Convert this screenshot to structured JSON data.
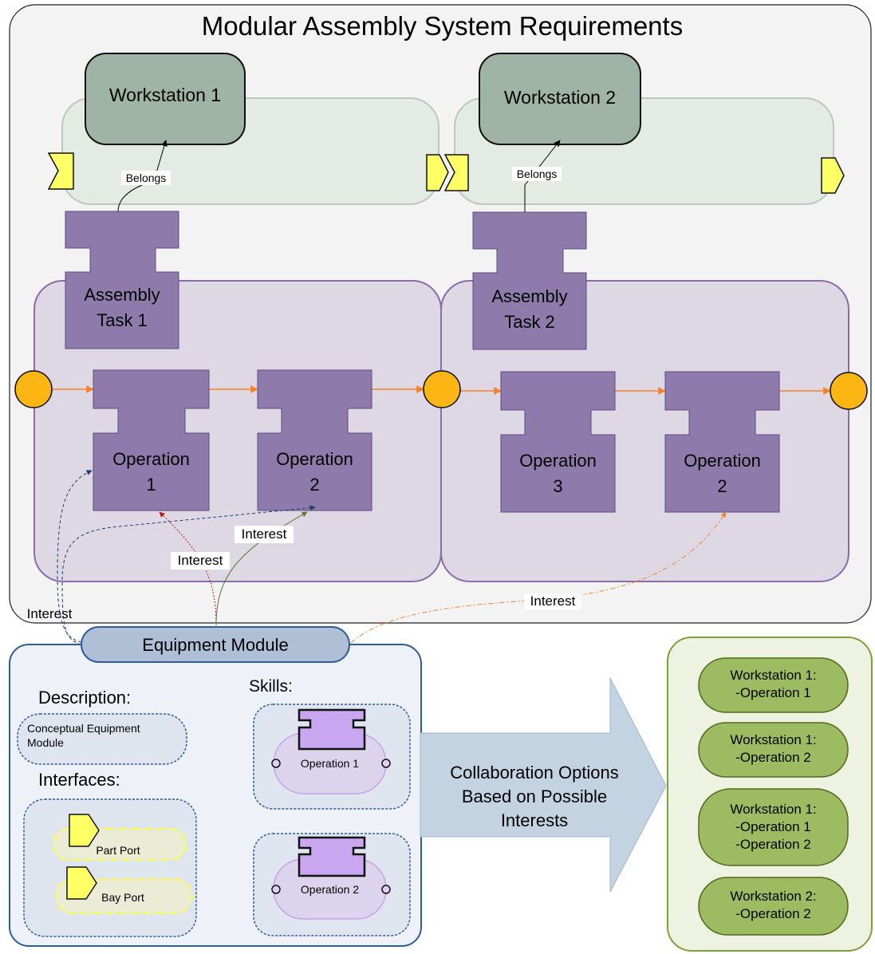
{
  "title": "Modular Assembly System Requirements",
  "workstations": [
    {
      "label": "Workstation 1"
    },
    {
      "label": "Workstation 2"
    }
  ],
  "belongs_label": "Belongs",
  "tasks": [
    {
      "line1": "Assembly",
      "line2": "Task 1"
    },
    {
      "line1": "Assembly",
      "line2": "Task 2"
    }
  ],
  "operations": [
    {
      "line1": "Operation",
      "line2": "1"
    },
    {
      "line1": "Operation",
      "line2": "2"
    },
    {
      "line1": "Operation",
      "line2": "3"
    },
    {
      "line1": "Operation",
      "line2": "2"
    }
  ],
  "interest_label": "Interest",
  "equipment": {
    "title": "Equipment Module",
    "description_header": "Description:",
    "description_text": "Conceptual Equipment Module",
    "interfaces_header": "Interfaces:",
    "ports": [
      "Part Port",
      "Bay Port"
    ],
    "skills_header": "Skills:",
    "skills": [
      "Operation 1",
      "Operation 2"
    ]
  },
  "arrow_text": "Collaboration Options Based on Possible Interests",
  "options": [
    {
      "lines": [
        "Workstation 1:",
        "-Operation 1"
      ]
    },
    {
      "lines": [
        "Workstation 1:",
        "-Operation 2"
      ]
    },
    {
      "lines": [
        "Workstation 1:",
        "-Operation 1",
        "-Operation 2"
      ]
    },
    {
      "lines": [
        "Workstation 2:",
        "-Operation 2"
      ]
    }
  ],
  "colors": {
    "purple": "#8e7bab",
    "task_region": "#ddd8e3",
    "workstation": "#9fb3a6",
    "ws_lane": "#e4ebe4",
    "event": "#fcb614",
    "port": "#ffff66",
    "flow": "#f4822a",
    "interest_red": "#c0171c",
    "interest_green": "#5b7b33",
    "interest_blue": "#1f3f6e",
    "option_fill": "#9dbb61"
  }
}
